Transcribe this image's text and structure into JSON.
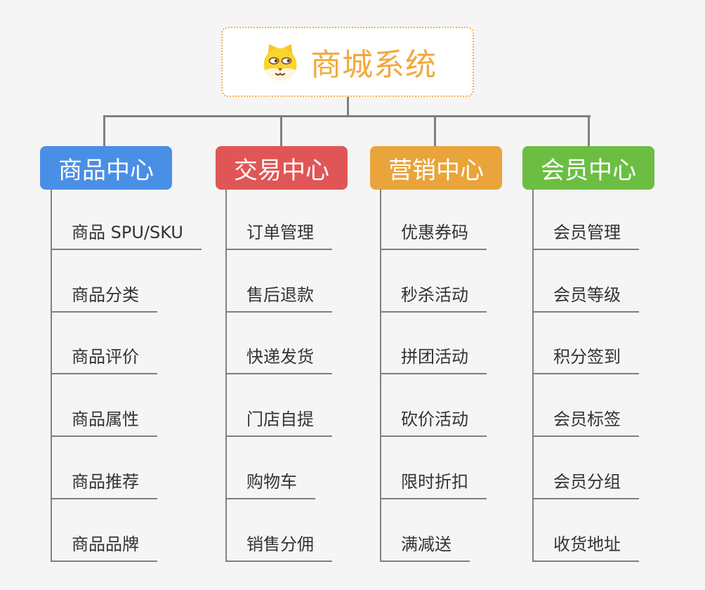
{
  "page": {
    "background_color": "#f5f5f5",
    "connector_color": "#808080"
  },
  "root": {
    "title": "商城系统",
    "icon": "dog-face-icon",
    "text_color": "#f2a93b",
    "border_color": "#f3b04c"
  },
  "branches": [
    {
      "label": "商品中心",
      "color": "#4a8fe6",
      "children": [
        "商品 SPU/SKU",
        "商品分类",
        "商品评价",
        "商品属性",
        "商品推荐",
        "商品品牌"
      ]
    },
    {
      "label": "交易中心",
      "color": "#e05656",
      "children": [
        "订单管理",
        "售后退款",
        "快递发货",
        "门店自提",
        "购物车",
        "销售分佣"
      ]
    },
    {
      "label": "营销中心",
      "color": "#e9a43b",
      "children": [
        "优惠券码",
        "秒杀活动",
        "拼团活动",
        "砍价活动",
        "限时折扣",
        "满减送"
      ]
    },
    {
      "label": "会员中心",
      "color": "#6cbe43",
      "children": [
        "会员管理",
        "会员等级",
        "积分签到",
        "会员标签",
        "会员分组",
        "收货地址"
      ]
    }
  ]
}
